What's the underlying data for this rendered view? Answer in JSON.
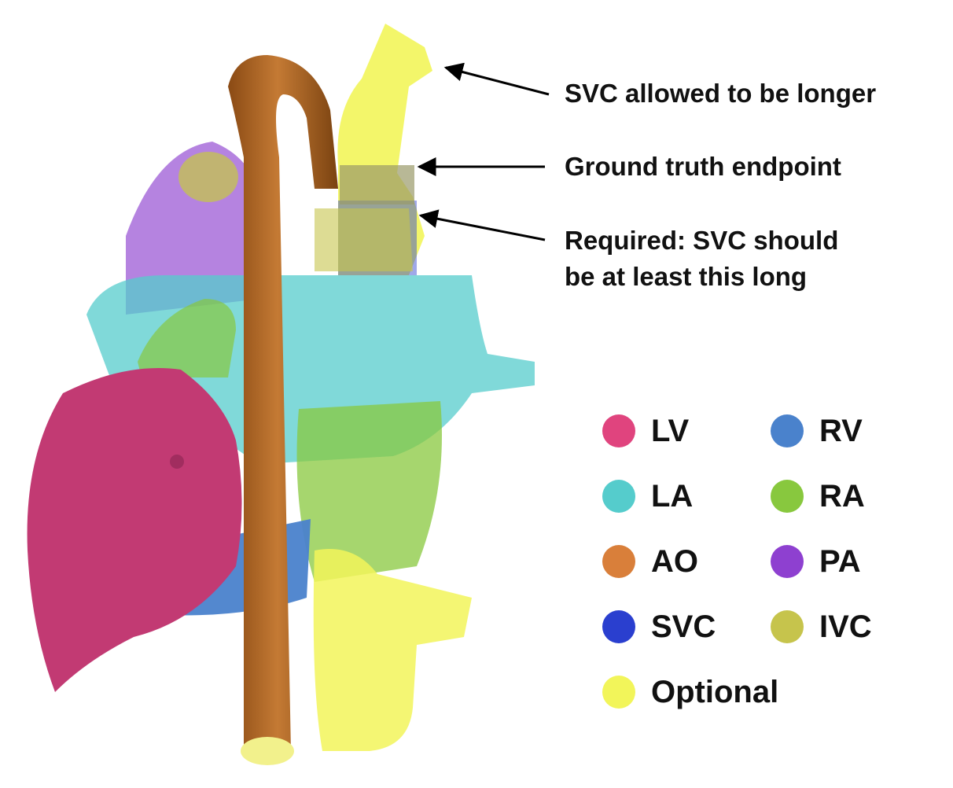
{
  "annotations": {
    "svc_longer": "SVC allowed to be longer",
    "ground_truth": "Ground truth endpoint",
    "required_line1": "Required: SVC should",
    "required_line2": "be at least this long"
  },
  "legend": [
    {
      "label": "LV",
      "color": "#e0447e"
    },
    {
      "label": "RV",
      "color": "#4a82cc"
    },
    {
      "label": "LA",
      "color": "#55cccc"
    },
    {
      "label": "RA",
      "color": "#88c83e"
    },
    {
      "label": "AO",
      "color": "#d97f3a"
    },
    {
      "label": "PA",
      "color": "#8e40d0"
    },
    {
      "label": "SVC",
      "color": "#2a3fcf"
    },
    {
      "label": "IVC",
      "color": "#c6c44c"
    },
    {
      "label": "Optional",
      "color": "#f2f55a"
    }
  ]
}
